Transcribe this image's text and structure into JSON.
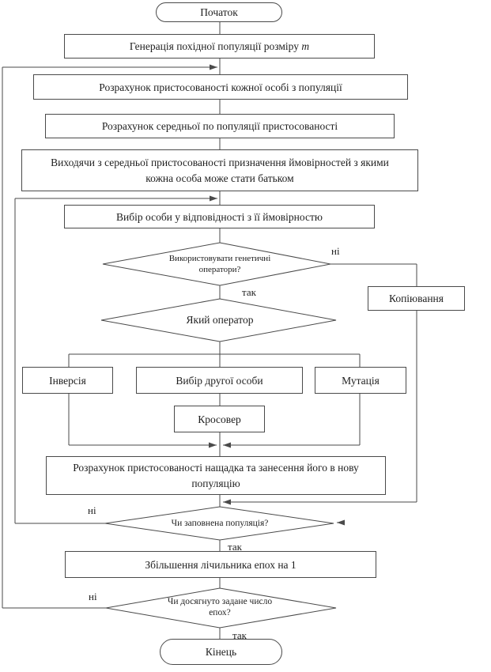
{
  "flowchart": {
    "edge_labels": {
      "yes": "так",
      "no": "ні"
    },
    "nodes": {
      "start": "Початок",
      "generate_text": "Генерація похідної популяції розміру ",
      "generate_var": "m",
      "fitness_each": "Розрахунок пристосованості кожної особі з популяції",
      "fitness_avg": "Розрахунок середньої по популяції пристосованості",
      "assign_prob_line1": "Виходячи з середньої пристосованості призначення ймовірностей з якими",
      "assign_prob_line2": "кожна особа може стати батьком",
      "select_individual": "Вибір особи у відповідності з її ймовірностю",
      "use_genetic_ops_line1": "Використовувати генетичні",
      "use_genetic_ops_line2": "оператори?",
      "copying": "Копіювання",
      "which_operator": "Який оператор",
      "inversion": "Інверсія",
      "select_second": "Вибір другої особи",
      "mutation": "Мутація",
      "crossover": "Кросовер",
      "offspring_line1": "Розрахунок пристосованості нащадка та занесення його в нову",
      "offspring_line2": "популяцію",
      "population_full": "Чи заповнена популяція?",
      "increment_epoch": "Збільшення лічильника епох на 1",
      "epochs_reached_line1": "Чи досягнуто задане число",
      "epochs_reached_line2": "епох?",
      "end": "Кінець"
    }
  }
}
